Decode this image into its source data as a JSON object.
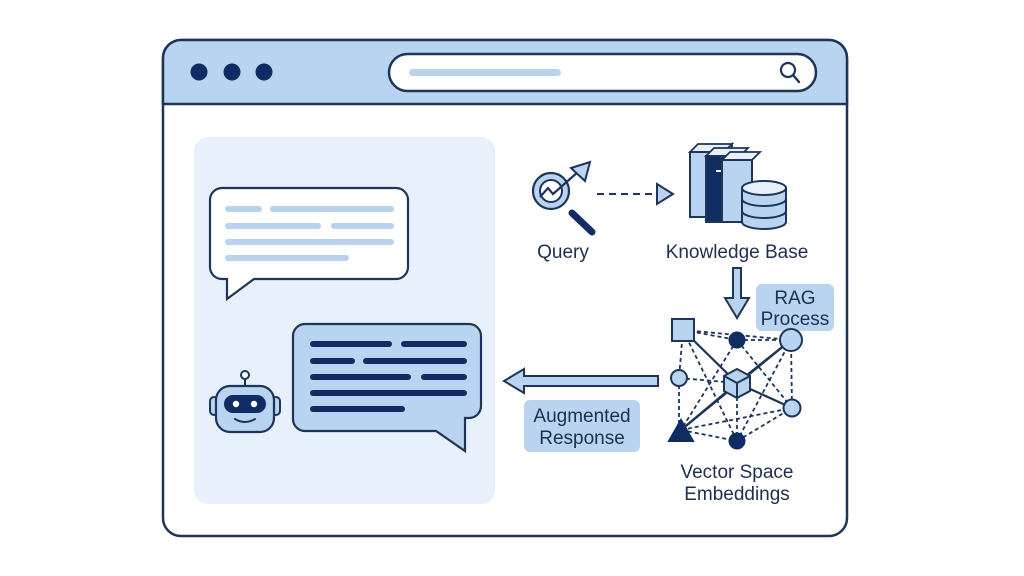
{
  "browser": {
    "window_controls": [
      "dot-1",
      "dot-2",
      "dot-3"
    ],
    "search_icon": "magnifier-icon"
  },
  "chat": {
    "user_message": {
      "icon": "speech-bubble-outline"
    },
    "bot_response": {
      "icon": "speech-bubble-filled"
    },
    "bot_avatar": "robot-icon"
  },
  "flow": {
    "query_label": "Query",
    "knowledge_base_label": "Knowledge Base",
    "rag_label_line1": "RAG",
    "rag_label_line2": "Process",
    "vector_label_line1": "Vector Space",
    "vector_label_line2": "Embeddings",
    "augmented_label_line1": "Augmented",
    "augmented_label_line2": "Response"
  },
  "colors": {
    "outline": "#1e3557",
    "navy": "#0f2d63",
    "light_blue": "#b8d4f0",
    "pale_panel": "#e8f1fb",
    "placeholder": "#b9d3ec"
  }
}
